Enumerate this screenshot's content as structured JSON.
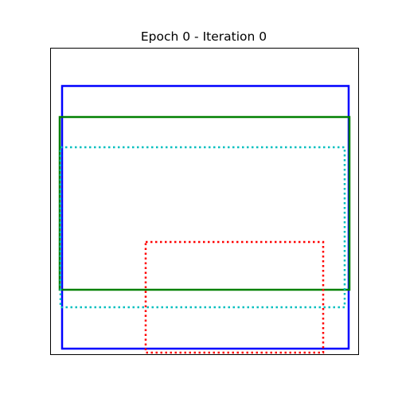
{
  "figure": {
    "title": "Epoch 0 - Iteration 0"
  },
  "boxes": [
    {
      "name": "blue-box",
      "color": "#0000ff",
      "style": "solid"
    },
    {
      "name": "green-box",
      "color": "#008000",
      "style": "solid"
    },
    {
      "name": "cyan-box",
      "color": "#00bfbf",
      "style": "dotted"
    },
    {
      "name": "red-box",
      "color": "#ff0000",
      "style": "dotted"
    }
  ]
}
